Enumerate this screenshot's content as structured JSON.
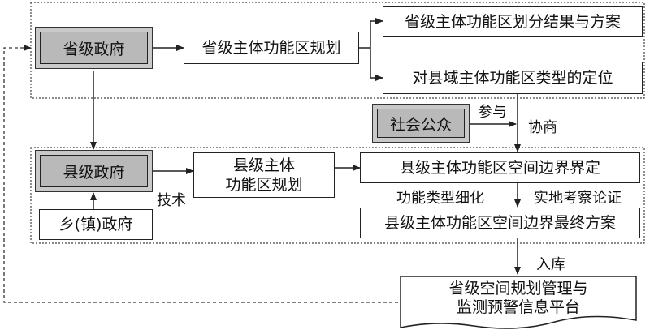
{
  "provincial": {
    "gov": "省级政府",
    "plan": "省级主体功能区规划",
    "result": "省级主体功能区划分结果与方案",
    "position": "对县域主体功能区类型的定位"
  },
  "public": {
    "name": "社会公众",
    "participate": "参与",
    "consult": "协商"
  },
  "county": {
    "gov": "县级政府",
    "township": "乡(镇)政府",
    "tech": "技术",
    "plan_line1": "县级主体",
    "plan_line2": "功能区规划",
    "boundary": "县级主体功能区空间边界界定",
    "refine": "功能类型细化",
    "survey": "实地考察论证",
    "final": "县级主体功能区空间边界最终方案"
  },
  "storage": {
    "label": "入库",
    "platform_line1": "省级空间规划管理与",
    "platform_line2": "监测预警信息平台"
  }
}
